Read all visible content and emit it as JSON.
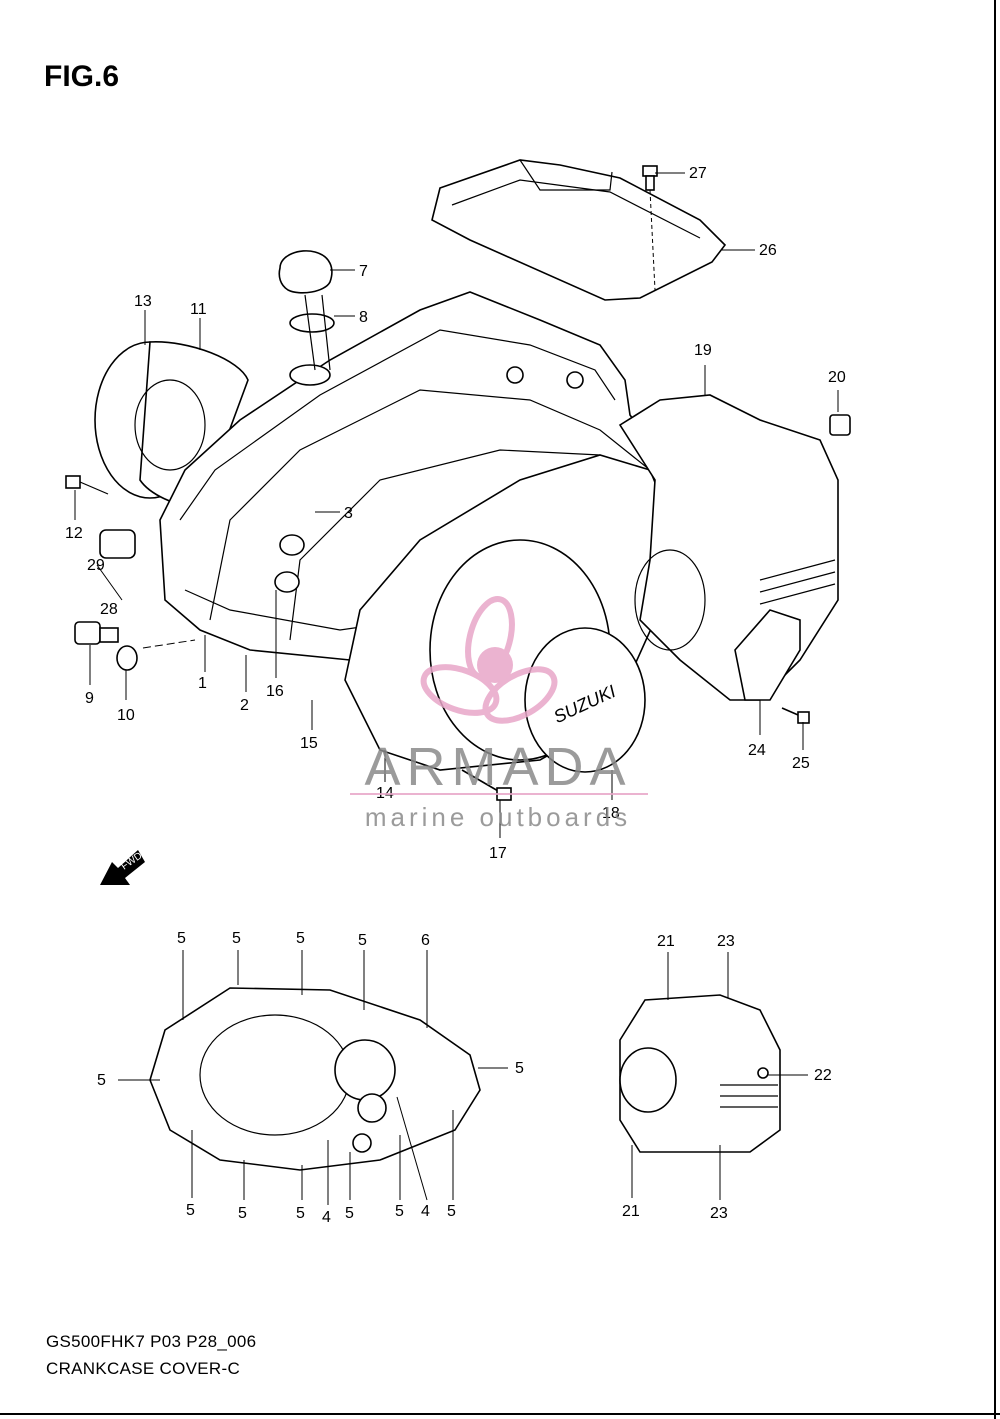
{
  "figure": {
    "title": "FIG.6",
    "model_code": "GS500FHK7 P03 P28_006",
    "section_name": "CRANKCASE COVER-C"
  },
  "watermark": {
    "brand": "ARMADA",
    "tagline": "marine outboards",
    "color": "#E8A6C8",
    "text_color": "#8a8a8a"
  },
  "cover_emblem": "SUZUKI",
  "fwd_arrow_label": "FWD",
  "callouts_main": [
    "27",
    "26",
    "7",
    "8",
    "13",
    "11",
    "19",
    "20",
    "12",
    "3",
    "29",
    "28",
    "9",
    "10",
    "1",
    "2",
    "16",
    "15",
    "14",
    "17",
    "18",
    "24",
    "25"
  ],
  "callouts_gasket": [
    "5",
    "5",
    "5",
    "5",
    "6",
    "5",
    "5",
    "5",
    "5",
    "5",
    "4",
    "5",
    "5",
    "4",
    "5"
  ],
  "callouts_small_cover": [
    "21",
    "23",
    "22",
    "21",
    "23"
  ]
}
